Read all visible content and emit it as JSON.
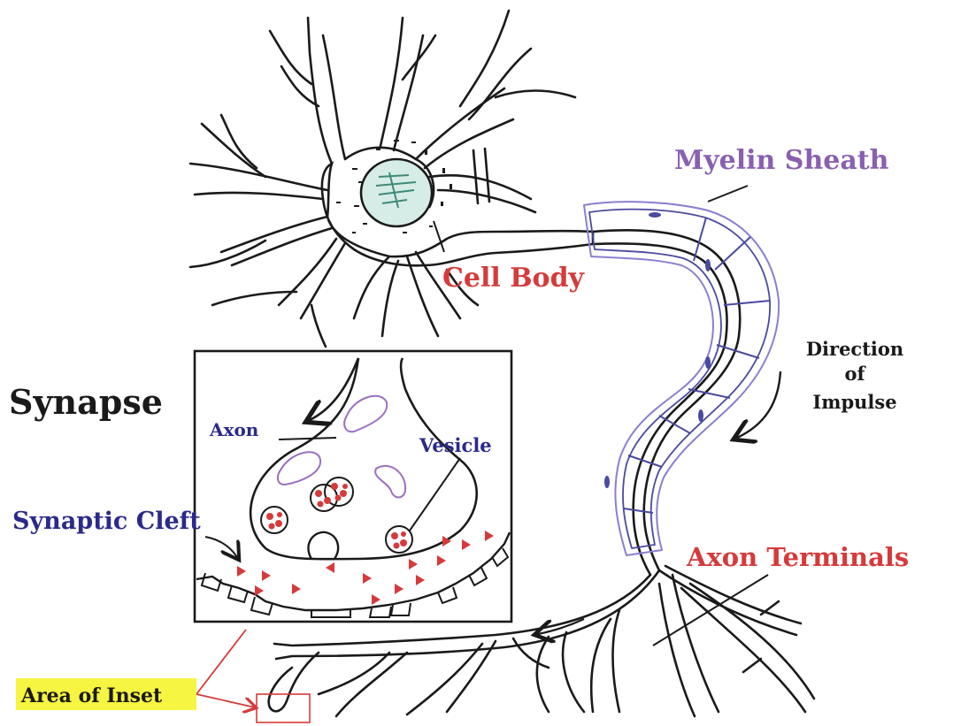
{
  "labels": {
    "myelin_sheath": "Myelin Sheath",
    "cell_body": "Cell Body",
    "direction_line1": "Direction",
    "direction_line2": "of",
    "direction_line3": "Impulse",
    "synapse": "Synapse",
    "axon": "Axon",
    "vesicle": "Vesicle",
    "synaptic_cleft": "Synaptic Cleft",
    "axon_terminals": "Axon Terminals",
    "area_of_inset": "Area of Inset"
  },
  "colors": {
    "ink": "#1a1a1a",
    "label_red": "#d63a3a",
    "label_blue": "#2a2a8c",
    "label_purple": "#8a5fb0",
    "myelin_outline": "#8a7fd0",
    "myelin_inner": "#4a4aa0",
    "nucleus_fill": "#d6ece6",
    "nucleus_hatch": "#3d8a78",
    "highlight": "#f5f542",
    "vesicle_red": "#d63a3a",
    "mito_outline": "#9b6fc0",
    "inset_box_red": "#d63a3a"
  }
}
